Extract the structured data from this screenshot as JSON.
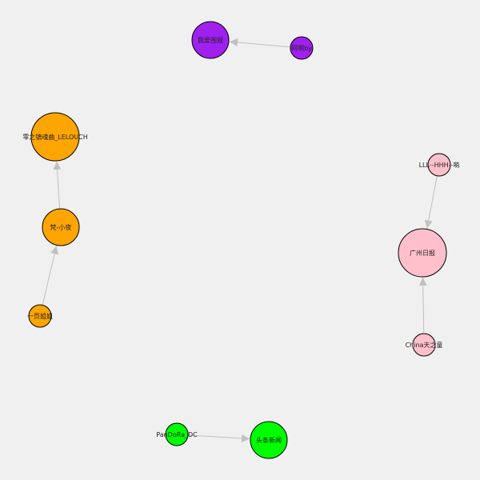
{
  "graph": {
    "nodes": [
      {
        "id": "woaixiqiu",
        "label": "我爱围观",
        "color": "#a020f0",
        "size": "medium"
      },
      {
        "id": "aahby",
        "label": "阿啊by",
        "color": "#a020f0",
        "size": "small"
      },
      {
        "id": "lelouch",
        "label": "零之镇魂曲_LELOUCH",
        "color": "#ffa500",
        "size": "large"
      },
      {
        "id": "fanxiaoye",
        "label": "梵-小夜",
        "color": "#ffa500",
        "size": "medium"
      },
      {
        "id": "yiyejiejie",
        "label": "一页姐姐",
        "color": "#ffa500",
        "size": "small"
      },
      {
        "id": "lll",
        "label": "LLL--HHH--萌",
        "color": "#ffc0cb",
        "size": "small"
      },
      {
        "id": "guangzhou",
        "label": "广州日报",
        "color": "#ffc0cb",
        "size": "large"
      },
      {
        "id": "china",
        "label": "China天之童",
        "color": "#ffc0cb",
        "size": "small"
      },
      {
        "id": "pandora",
        "label": "PanDoRa_DC",
        "color": "#00ff00",
        "size": "small"
      },
      {
        "id": "toutiao",
        "label": "头条新闻",
        "color": "#00ff00",
        "size": "medium"
      }
    ],
    "edges": [
      {
        "from": "aahby",
        "to": "woaixiqiu"
      },
      {
        "from": "fanxiaoye",
        "to": "lelouch"
      },
      {
        "from": "yiyejiejie",
        "to": "fanxiaoye"
      },
      {
        "from": "lll",
        "to": "guangzhou"
      },
      {
        "from": "china",
        "to": "guangzhou"
      },
      {
        "from": "pandora",
        "to": "toutiao"
      }
    ],
    "edge_color": "#c0c0c0",
    "node_stroke_color": "#000000"
  }
}
